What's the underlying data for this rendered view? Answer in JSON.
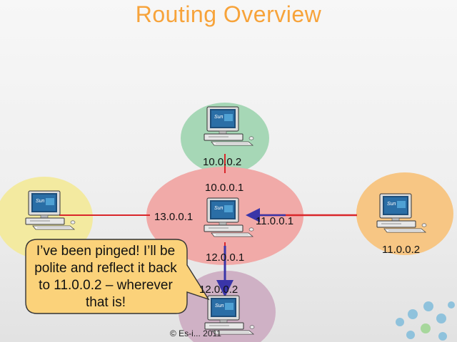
{
  "slide": {
    "title": "Routing Overview",
    "footer": "© Es-i... 2011"
  },
  "hosts": {
    "top": {
      "icon": "desktop-computer-icon",
      "circle_color": "#a6d7b6",
      "ip": "10.0.0.2"
    },
    "left": {
      "icon": "desktop-computer-icon",
      "circle_color": "#f3eaa0"
    },
    "right": {
      "icon": "desktop-computer-icon",
      "circle_color": "#f7c684",
      "ip": "11.0.0.2"
    },
    "bottom": {
      "icon": "desktop-computer-icon",
      "circle_color": "#cfb1c5",
      "ip": "12.0.0.2"
    }
  },
  "router": {
    "icon": "desktop-computer-icon",
    "circle_color": "#f1aaa8",
    "interfaces": {
      "top": "10.0.0.1",
      "left": "13.0.0.1",
      "right": "11.0.0.1",
      "bottom": "12.0.0.1"
    }
  },
  "links": {
    "color": "#d9262a",
    "arrow_color": "#3a35a8"
  },
  "callout": {
    "text": "I’ve been pinged! I’ll be polite and reflect it back to 11.0.0.2 – wherever that is!",
    "fill": "#fbd27a"
  },
  "decor": {
    "bubbles_color": "#8fc2dc",
    "green_color": "#a7d79c"
  }
}
